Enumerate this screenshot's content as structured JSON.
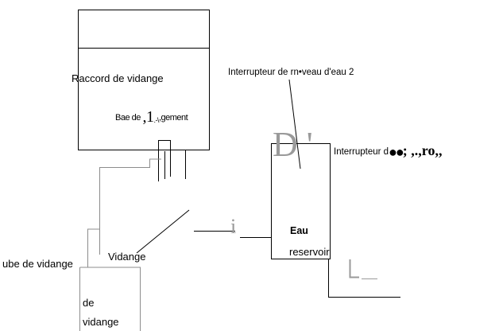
{
  "labels": {
    "raccord": "Raccord de vidange",
    "base_prefix": "Bae de",
    "base_glyph": ",1",
    "base_sub": ".-\\",
    "base_suffix": ",gement",
    "interrupteur_2": "Interrupteur de  rn•veau d'eau 2",
    "d_prime": "D '",
    "interrupteur_d": "Interrupteur d",
    "interrupteur_d_dots": "●●",
    "interrupteur_d_tail": "; ,.,ro,,",
    "i_mark": "i",
    "eau": "Eau",
    "reservoir": "reservoir",
    "vidange": "Vidange",
    "tube": "ube de vidange",
    "bottom_de": "de",
    "bottom_vidange": "vidange"
  },
  "colors": {
    "line": "#000000",
    "gray": "#9a9a9a"
  }
}
